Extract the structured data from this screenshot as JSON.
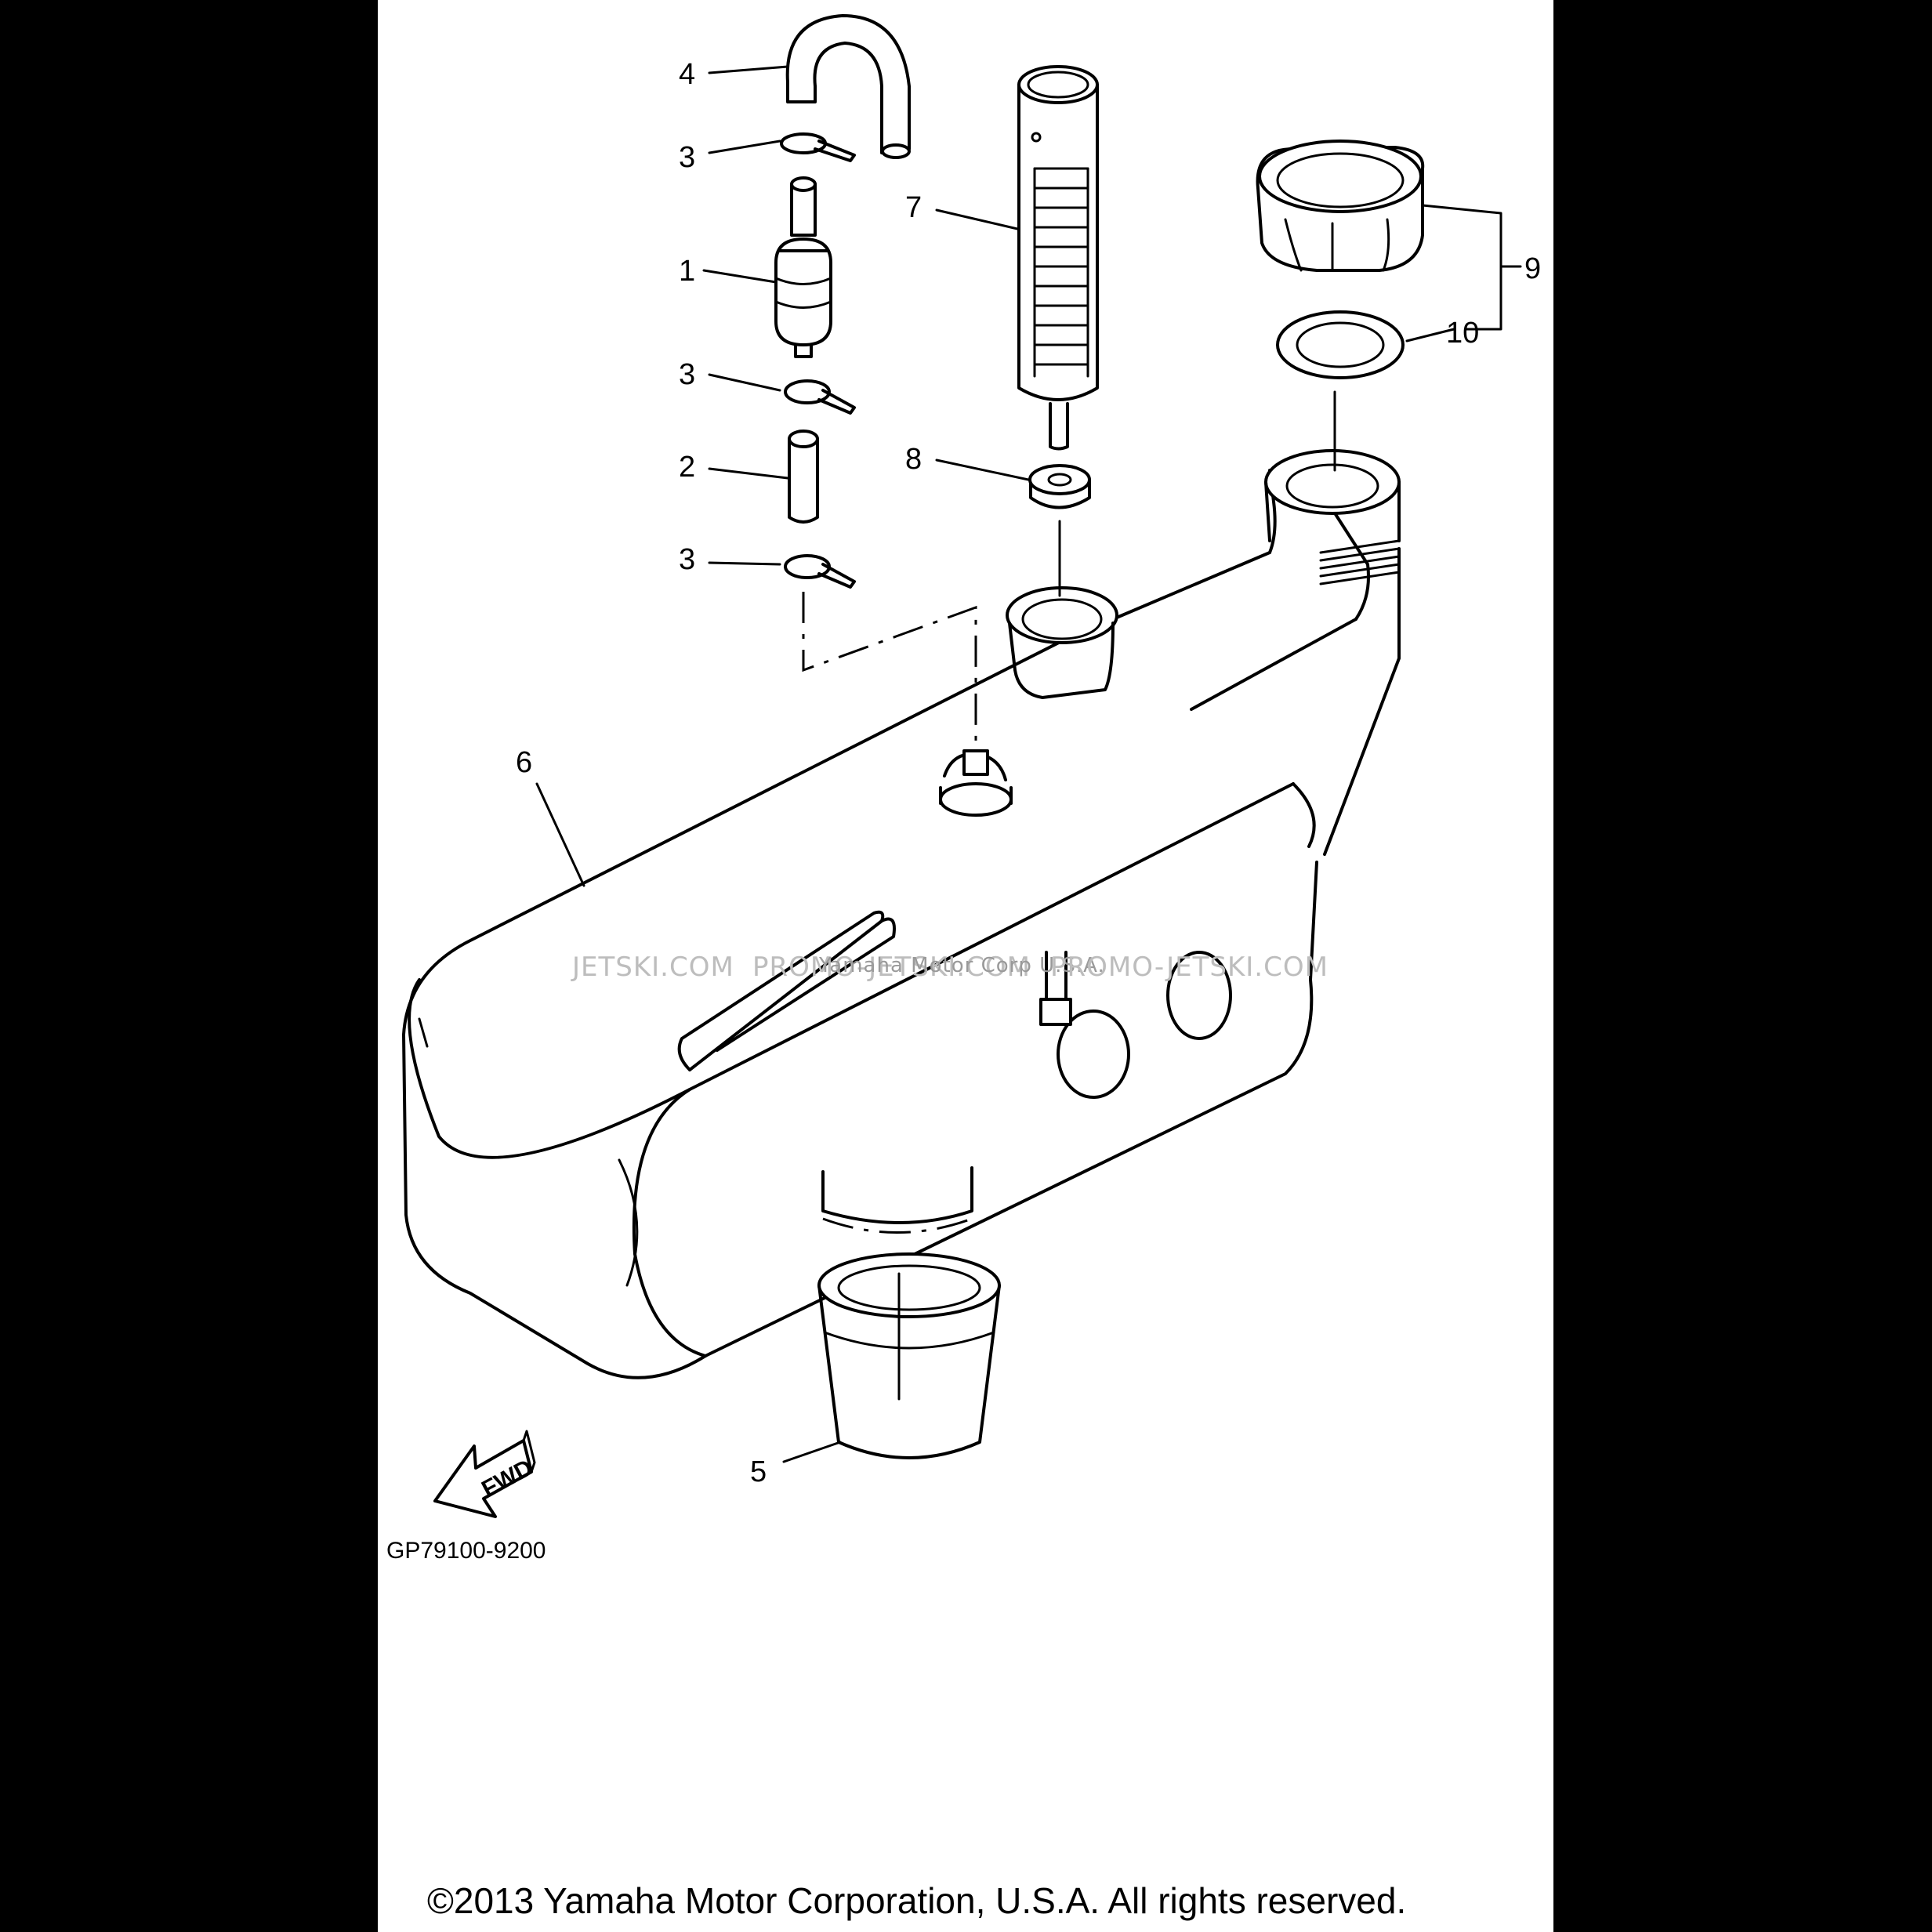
{
  "callouts": [
    {
      "id": "1",
      "text": "1"
    },
    {
      "id": "2",
      "text": "2"
    },
    {
      "id": "3a",
      "text": "3"
    },
    {
      "id": "3b",
      "text": "3"
    },
    {
      "id": "3c",
      "text": "3"
    },
    {
      "id": "4",
      "text": "4"
    },
    {
      "id": "5",
      "text": "5"
    },
    {
      "id": "6",
      "text": "6"
    },
    {
      "id": "7",
      "text": "7"
    },
    {
      "id": "8",
      "text": "8"
    },
    {
      "id": "9",
      "text": "9"
    },
    {
      "id": "10",
      "text": "10"
    }
  ],
  "watermark": {
    "left": "JETSKI.COM",
    "middle": "PROMO-JETSKI.COM",
    "overlay": "Yamaha Motor Corp  U.S.A.",
    "right": "PROMO-JETSKI.COM"
  },
  "direction_arrow": "FWD",
  "drawing_code": "GP79100-9200",
  "copyright": "©2013 Yamaha Motor Corporation, U.S.A. All rights reserved."
}
